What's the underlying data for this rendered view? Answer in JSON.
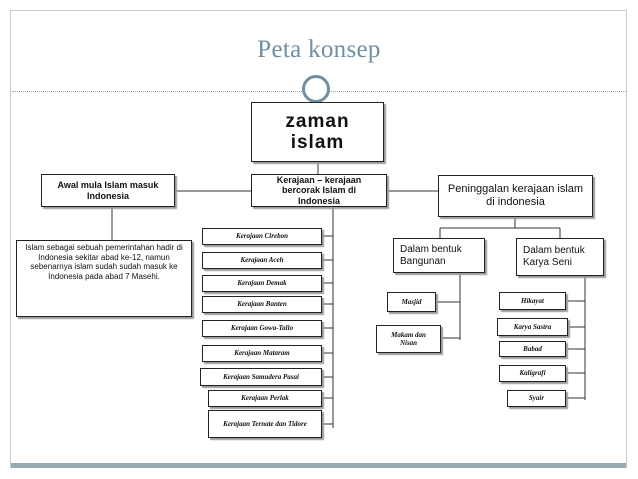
{
  "slide": {
    "title": "Peta konsep"
  },
  "diagram": {
    "root": "zaman islam",
    "left_node": "Awal mula Islam masuk Indonesia",
    "left_note": "Islam sebagai sebuah pemerintahan hadir di Indonesia sekitar abad ke-12, namun sebenarnya islam sudah sudah masuk ke Indonesia pada abad 7 Masehi.",
    "center_node": "Kerajaan – kerajaan bercorak Islam di Indonesia",
    "right_node": "Peninggalan kerajaan islam di indonesia",
    "kingdoms": [
      "Kerajaan Cirebon",
      "Kerajaan Aceh",
      "Kerajaan Demak",
      "Kerajaan Banten",
      "Kerajaan Gowa-Tallo",
      "Kerajaan Mataram",
      "Kerajaan Samudera Pasai",
      "Kerajaan Perlak",
      "Kerajaan Ternate dan Tidore"
    ],
    "building_category": "Dalam bentuk Bangunan",
    "buildings": [
      "Masjid",
      "Makam dan Nisan"
    ],
    "art_category": "Dalam bentuk Karya Seni",
    "arts": [
      "Hikayat",
      "Karya Sastra",
      "Babad",
      "Kaligrafi",
      "Syair"
    ]
  }
}
